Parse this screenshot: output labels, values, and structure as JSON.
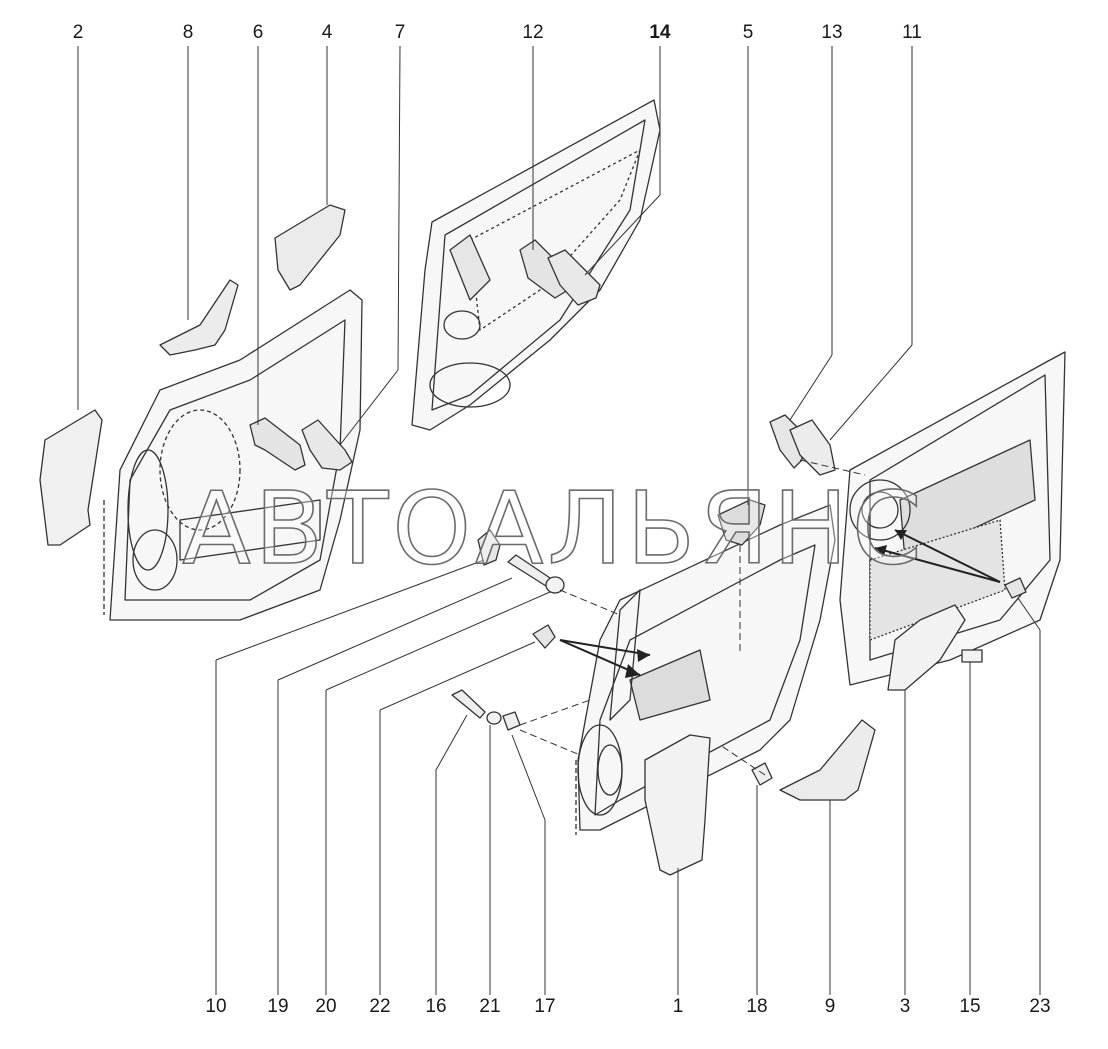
{
  "watermark": "АВТОАЛЬЯНС",
  "callouts_top": [
    "2",
    "8",
    "6",
    "4",
    "7",
    "12",
    "14",
    "5",
    "13",
    "11"
  ],
  "callouts_bottom": [
    "10",
    "19",
    "20",
    "22",
    "16",
    "21",
    "17",
    "1",
    "18",
    "9",
    "3",
    "15",
    "23"
  ],
  "colors": {
    "line": "#333333",
    "part_fill": "#f2f2f2",
    "dark_fill": "#d9d9d9",
    "text": "#1a1a1a"
  }
}
